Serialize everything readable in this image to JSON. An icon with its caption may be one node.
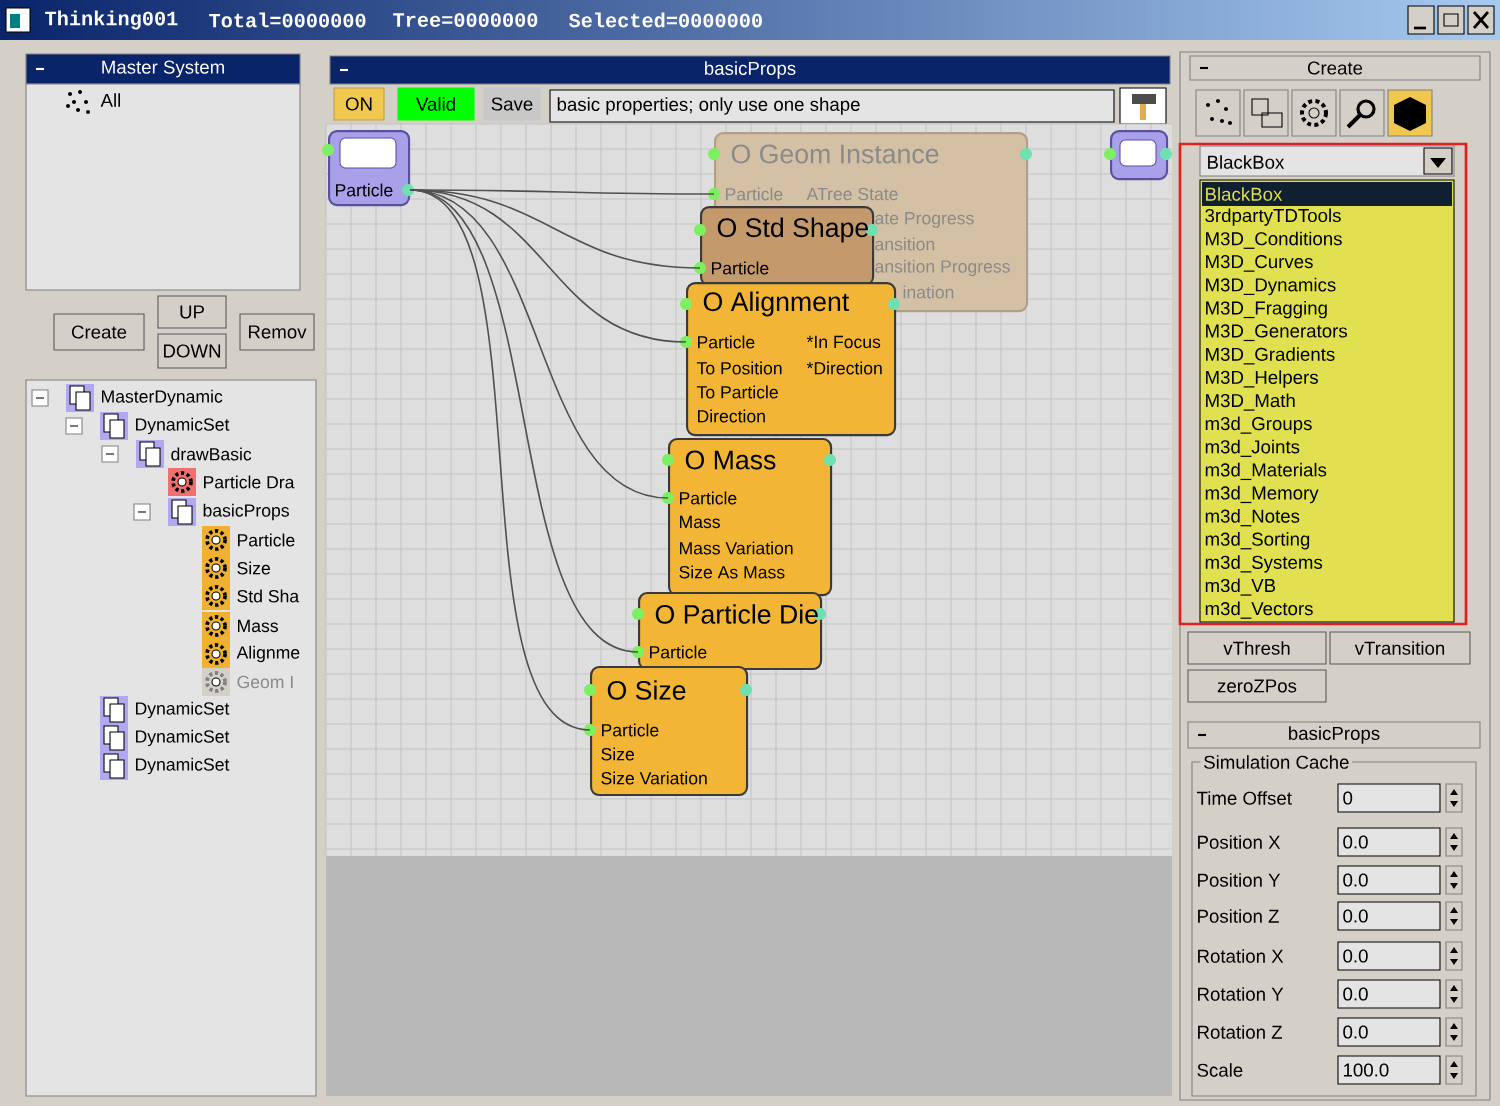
{
  "diagram": {
    "nodes": [
      {
        "text": [
          "Particle"
        ]
      },
      {
        "text": [
          "O Geom Instance",
          "Particle",
          "ATree State",
          "ate Progress",
          "ansition",
          "ansition Progress",
          "ination"
        ]
      },
      {
        "text": [
          "O Std Shape",
          "Particle"
        ]
      },
      {
        "text": [
          "O Alignment",
          "Particle",
          "*In Focus",
          "To Position",
          "*Direction",
          "To Particle",
          "Direction"
        ]
      },
      {
        "text": [
          "O Mass",
          "Particle",
          "Mass",
          "Mass Variation",
          "Size As Mass"
        ]
      },
      {
        "text": [
          "O Particle Die",
          "Particle"
        ]
      },
      {
        "text": [
          "O Size",
          "Particle",
          "Size",
          "Size Variation"
        ]
      },
      {
        "text": [],
        "shape": "box"
      }
    ],
    "edges": [
      {
        "from": 0,
        "to": 1,
        "arrow": "none"
      },
      {
        "from": 0,
        "to": 2,
        "arrow": "none"
      },
      {
        "from": 0,
        "to": 3,
        "arrow": "none"
      },
      {
        "from": 0,
        "to": 4,
        "arrow": "none"
      },
      {
        "from": 0,
        "to": 5,
        "arrow": "none"
      },
      {
        "from": 0,
        "to": 6,
        "arrow": "none"
      }
    ],
    "labels": [
      "Thinking001",
      "Total=0000000",
      "Tree=0000000",
      "Selected=0000000",
      "Master System",
      "All",
      "Create",
      "UP",
      "Remov",
      "DOWN",
      "MasterDynamic",
      "DynamicSet",
      "drawBasic",
      "Particle Dra",
      "basicProps",
      "Particle",
      "Size",
      "Std Sha",
      "Mass",
      "Alignme",
      "Geom I",
      "DynamicSet",
      "DynamicSet",
      "DynamicSet",
      "basicProps",
      "ON",
      "Valid",
      "Save",
      "basic properties;  only use one shape",
      "Create",
      "BlackBox",
      "BlackBox",
      "3rdpartyTDTools",
      "M3D_Conditions",
      "M3D_Curves",
      "M3D_Dynamics",
      "M3D_Fragging",
      "M3D_Generators",
      "M3D_Gradients",
      "M3D_Helpers",
      "M3D_Math",
      "m3d_Groups",
      "m3d_Joints",
      "m3d_Materials",
      "m3d_Memory",
      "m3d_Notes",
      "m3d_Sorting",
      "m3d_Systems",
      "m3d_VB",
      "m3d_Vectors",
      "vThresh",
      "vTransition",
      "zeroZPos",
      "basicProps",
      "Simulation Cache",
      "Time Offset",
      "0",
      "Position X",
      "0.0",
      "Position Y",
      "0.0",
      "Position Z",
      "0.0",
      "Rotation X",
      "0.0",
      "Rotation Y",
      "0.0",
      "Rotation Z",
      "0.0",
      "Scale",
      "100.0"
    ]
  }
}
